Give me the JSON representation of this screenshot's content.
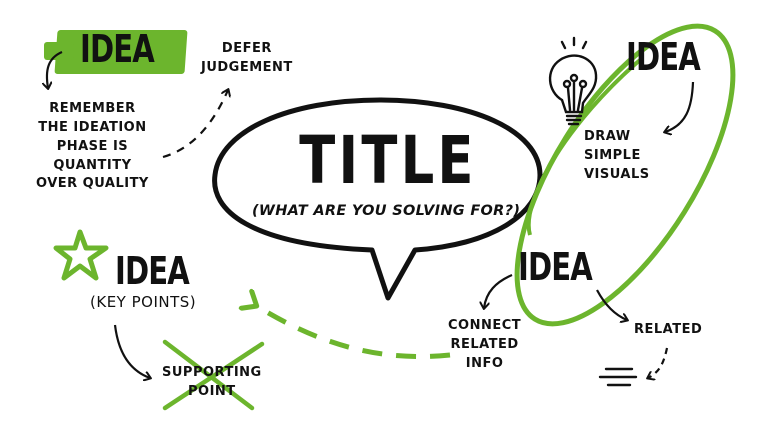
{
  "colors": {
    "accent_green": "#6cb52d",
    "ink": "#111111",
    "background": "#ffffff"
  },
  "title": {
    "main": "TITLE",
    "subtitle": "(WHAT ARE YOU SOLVING FOR?)"
  },
  "ideas": [
    {
      "label": "IDEA",
      "decoration": "green-highlight",
      "notes": [
        "REMEMBER\nTHE IDEATION\nPHASE IS\nQUANTITY\nOVER QUALITY",
        "DEFER\nJUDGEMENT"
      ]
    },
    {
      "label": "IDEA",
      "decoration": "lightbulb-icon",
      "notes": [
        "DRAW\nSIMPLE\nVISUALS"
      ]
    },
    {
      "label": "IDEA",
      "decoration": "star-icon",
      "sublabel": "(KEY POINTS)",
      "notes": [
        "SUPPORTING\nPOINT"
      ]
    },
    {
      "label": "IDEA",
      "decoration": "green-ellipse",
      "notes": [
        "CONNECT\nRELATED\nINFO",
        "RELATED"
      ]
    }
  ]
}
